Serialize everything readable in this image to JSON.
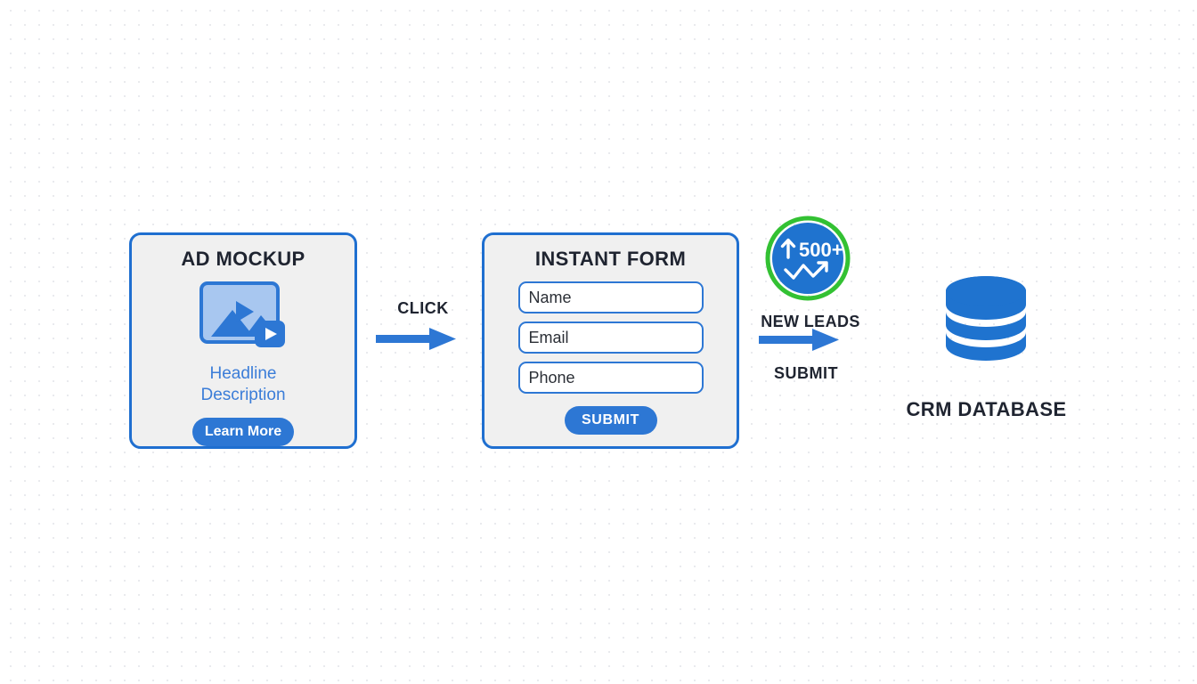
{
  "canvas": {
    "background_color": "#ffffff",
    "dot_color": "#e9eaee"
  },
  "colors": {
    "brand_blue": "#2d77d4",
    "border_blue": "#1f6fd0",
    "card_bg": "#f0f0f0",
    "text_dark": "#1f2430",
    "link_blue": "#3b7dd8",
    "accent_green": "#33c133",
    "db_blue": "#1f73cf"
  },
  "ad_card": {
    "title": "AD MOCKUP",
    "media_icon": "image-video-thumbnail-icon",
    "play_icon": "play-icon",
    "badge_play_icon": "play-badge-icon",
    "headline": "Headline",
    "description": "Description",
    "cta_label": "Learn More"
  },
  "click_connector": {
    "label": "CLICK",
    "icon": "arrow-right-icon"
  },
  "form_card": {
    "title": "INSTANT FORM",
    "fields": [
      {
        "name": "name-field",
        "placeholder": "Name",
        "value": ""
      },
      {
        "name": "email-field",
        "placeholder": "Email",
        "value": ""
      },
      {
        "name": "phone-field",
        "placeholder": "Phone",
        "value": ""
      }
    ],
    "submit_label": "SUBMIT"
  },
  "leads_badge": {
    "count": "500+",
    "up_arrow_icon": "arrow-up-icon",
    "trend_icon": "trending-up-line-icon",
    "label": "NEW LEADS",
    "ring_color": "#33c133",
    "fill_color": "#1f73cf"
  },
  "submit_connector": {
    "label": "SUBMIT",
    "icon": "arrow-right-icon"
  },
  "database": {
    "icon": "database-cylinder-icon",
    "label": "CRM DATABASE",
    "segments": 3
  }
}
